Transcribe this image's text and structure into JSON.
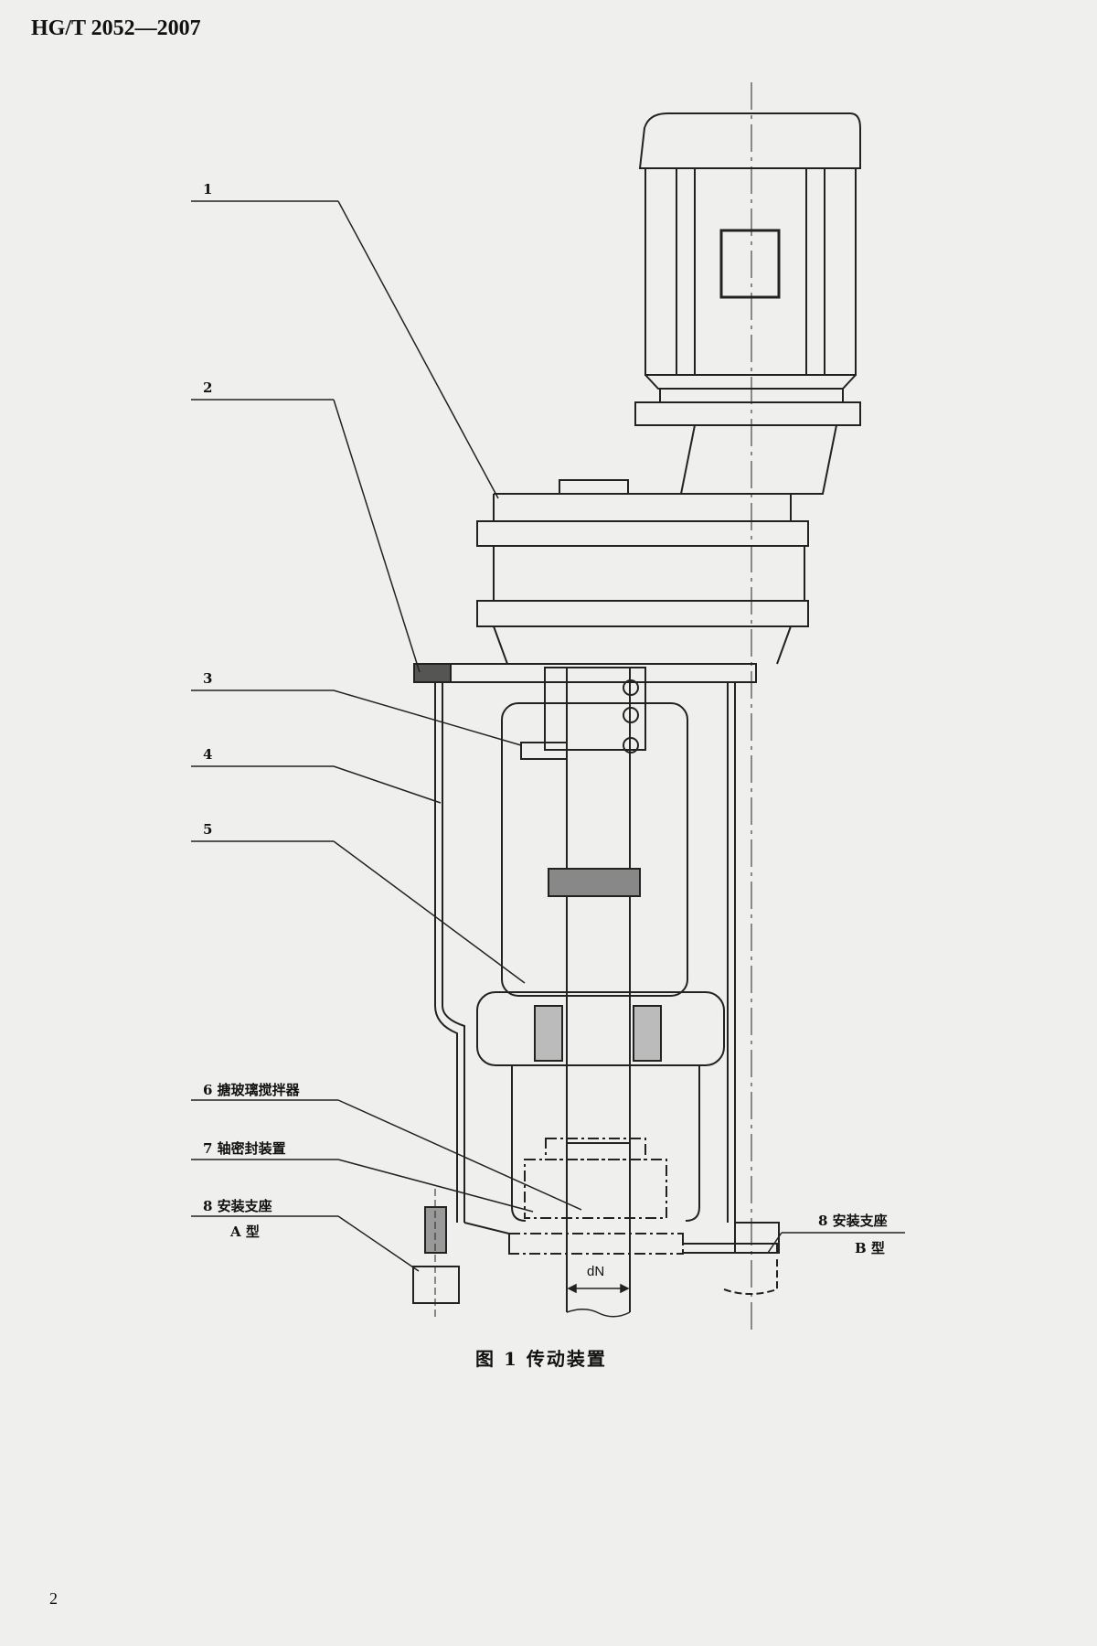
{
  "header": {
    "standard_code": "HG/T 2052—2007"
  },
  "figure": {
    "caption": "图 1   传动装置",
    "dimension_label": "dN",
    "callouts": [
      {
        "number": "1",
        "text": ""
      },
      {
        "number": "2",
        "text": ""
      },
      {
        "number": "3",
        "text": ""
      },
      {
        "number": "4",
        "text": ""
      },
      {
        "number": "5",
        "text": ""
      },
      {
        "number": "6",
        "text": "搪玻璃搅拌器"
      },
      {
        "number": "7",
        "text": "轴密封装置"
      },
      {
        "number": "8",
        "text": "安装支座",
        "sub": "A 型"
      },
      {
        "number": "8",
        "text": "安装支座",
        "sub": "B 型"
      }
    ]
  },
  "footer": {
    "page_number": "2"
  }
}
